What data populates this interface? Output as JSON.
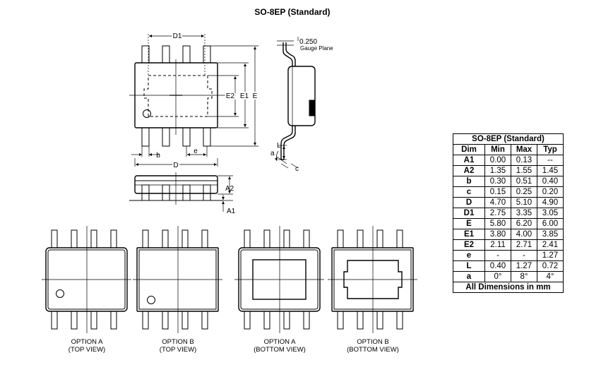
{
  "title": "SO-8EP (Standard)",
  "labels": {
    "d1": "D1",
    "e2": "E2",
    "e1": "E1",
    "e": "E",
    "b": "b",
    "pitch_e": "e",
    "d": "D",
    "a2": "A2",
    "a1": "A1",
    "l": "L",
    "c": "c",
    "a_angle": "a",
    "gauge_value": "0.250",
    "gauge_plane": "Gauge Plane"
  },
  "options": [
    {
      "name": "OPTION A",
      "view": "(TOP VIEW)"
    },
    {
      "name": "OPTION  B",
      "view": "(TOP VIEW)"
    },
    {
      "name": "OPTION A",
      "view": "(BOTTOM VIEW)"
    },
    {
      "name": "OPTION B",
      "view": "(BOTTOM VIEW)"
    }
  ],
  "table": {
    "caption": "SO-8EP (Standard)",
    "headers": [
      "Dim",
      "Min",
      "Max",
      "Typ"
    ],
    "rows": [
      [
        "A1",
        "0.00",
        "0.13",
        "--"
      ],
      [
        "A2",
        "1.35",
        "1.55",
        "1.45"
      ],
      [
        "b",
        "0.30",
        "0.51",
        "0.40"
      ],
      [
        "c",
        "0.15",
        "0.25",
        "0.20"
      ],
      [
        "D",
        "4.70",
        "5.10",
        "4.90"
      ],
      [
        "D1",
        "2.75",
        "3.35",
        "3.05"
      ],
      [
        "E",
        "5.80",
        "6.20",
        "6.00"
      ],
      [
        "E1",
        "3.80",
        "4.00",
        "3.85"
      ],
      [
        "E2",
        "2.11",
        "2.71",
        "2.41"
      ],
      [
        "e",
        "-",
        "-",
        "1.27"
      ],
      [
        "L",
        "0.40",
        "1.27",
        "0.72"
      ],
      [
        "a",
        "0°",
        "8°",
        "4°"
      ]
    ],
    "footer": "All Dimensions in mm"
  }
}
